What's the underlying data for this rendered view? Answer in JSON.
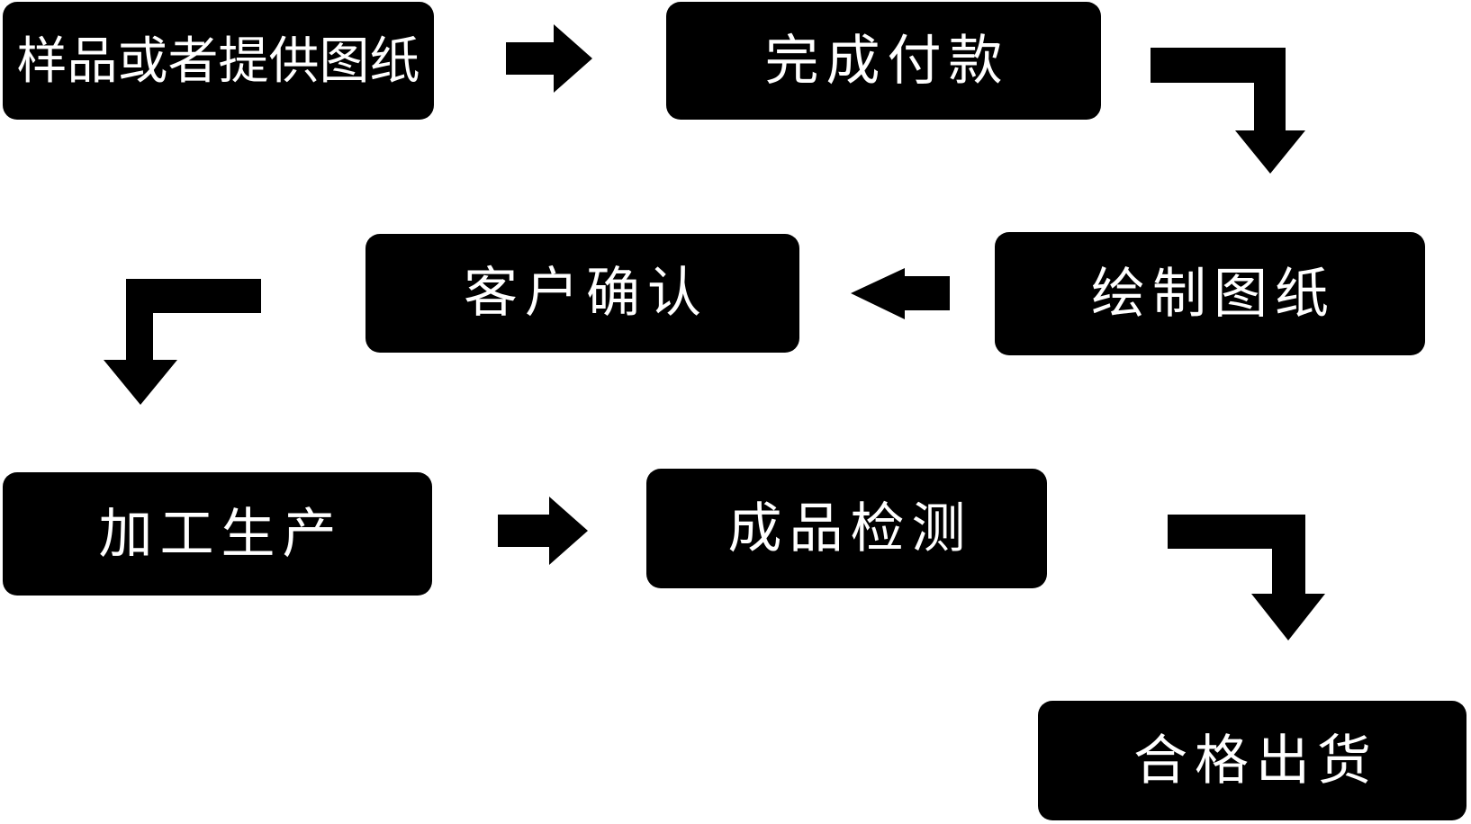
{
  "diagram": {
    "title": "production-process-flowchart",
    "background_color": "#ffffff",
    "node_color": "#000000",
    "text_color": "#ffffff",
    "arrow_color": "#000000",
    "nodes": [
      {
        "id": "sample-or-drawing",
        "label": "样品或者提供图纸"
      },
      {
        "id": "payment",
        "label": "完成付款"
      },
      {
        "id": "customer-confirm",
        "label": "客户确认"
      },
      {
        "id": "draw-drawings",
        "label": "绘制图纸"
      },
      {
        "id": "production",
        "label": "加工生产"
      },
      {
        "id": "inspection",
        "label": "成品检测"
      },
      {
        "id": "shipment",
        "label": "合格出货"
      }
    ],
    "edges": [
      {
        "from": "sample-or-drawing",
        "to": "payment",
        "style": "right-arrow"
      },
      {
        "from": "payment",
        "to": "draw-drawings",
        "style": "elbow-right-down-arrow"
      },
      {
        "from": "draw-drawings",
        "to": "customer-confirm",
        "style": "left-arrow"
      },
      {
        "from": "customer-confirm",
        "to": "production",
        "style": "elbow-left-down-arrow"
      },
      {
        "from": "production",
        "to": "inspection",
        "style": "right-arrow"
      },
      {
        "from": "inspection",
        "to": "shipment",
        "style": "elbow-right-down-arrow"
      }
    ]
  }
}
